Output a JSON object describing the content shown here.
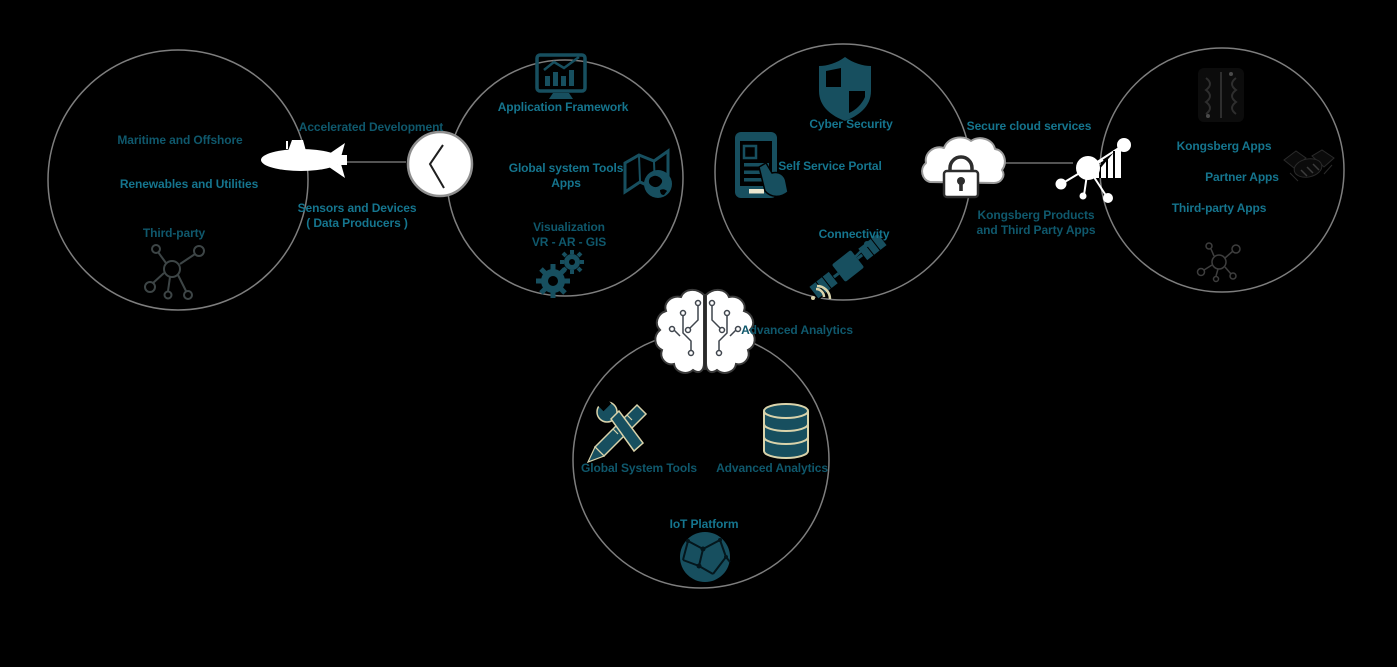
{
  "colors": {
    "background": "#000000",
    "circle_stroke": "#7e7e7e",
    "connector_line": "#5f5f5f",
    "label_teal": "#15758e",
    "label_dark_teal": "#0f586c",
    "icon_teal": "#174f5f",
    "icon_cream": "#d9d3ab",
    "icon_white": "#ffffff"
  },
  "producers_circle": {
    "label_1": "Maritime and Offshore",
    "label_2": "Renewables and Utilities",
    "label_3": "Third-party",
    "icons": [
      "network-nodes-icon"
    ]
  },
  "dev_connector": {
    "top_label": "Accelerated Development",
    "bottom_label_line_1": "Sensors and Devices",
    "bottom_label_line_2": "( Data Producers )",
    "icons": [
      "submarine-icon",
      "clock-icon"
    ]
  },
  "framework_circle": {
    "label_1": "Application Framework",
    "label_2_line_1": "Global system Tools",
    "label_2_line_2": "Apps",
    "label_3_line_1": "Visualization",
    "label_3_line_2": "VR - AR - GIS",
    "icons": [
      "monitor-chart-icon",
      "map-globe-icon",
      "gears-icon"
    ]
  },
  "services_circle": {
    "label_1": "Cyber Security",
    "label_2": "Self Service Portal",
    "label_3": "Connectivity",
    "icons": [
      "shield-icon",
      "phone-hand-icon",
      "satellite-icon"
    ]
  },
  "cloud_connector": {
    "top_label": "Secure cloud services",
    "bottom_label_line_1": "Kongsberg Products",
    "bottom_label_line_2": "and Third Party Apps",
    "icons": [
      "cloud-lock-icon",
      "hub-chart-icon"
    ]
  },
  "apps_circle": {
    "label_1": "Kongsberg Apps",
    "label_2": "Partner Apps",
    "label_3": "Third-party Apps",
    "icons": [
      "kongsberg-logo-icon",
      "handshake-icon",
      "network-nodes-thin-icon"
    ]
  },
  "platform_circle": {
    "top_label": "Advanced Analytics",
    "label_1": "Global System Tools",
    "label_2": "Advanced Analytics",
    "label_3": "IoT Platform",
    "icons": [
      "brain-circuit-icon",
      "tools-icon",
      "database-icon",
      "globe-network-icon"
    ]
  }
}
